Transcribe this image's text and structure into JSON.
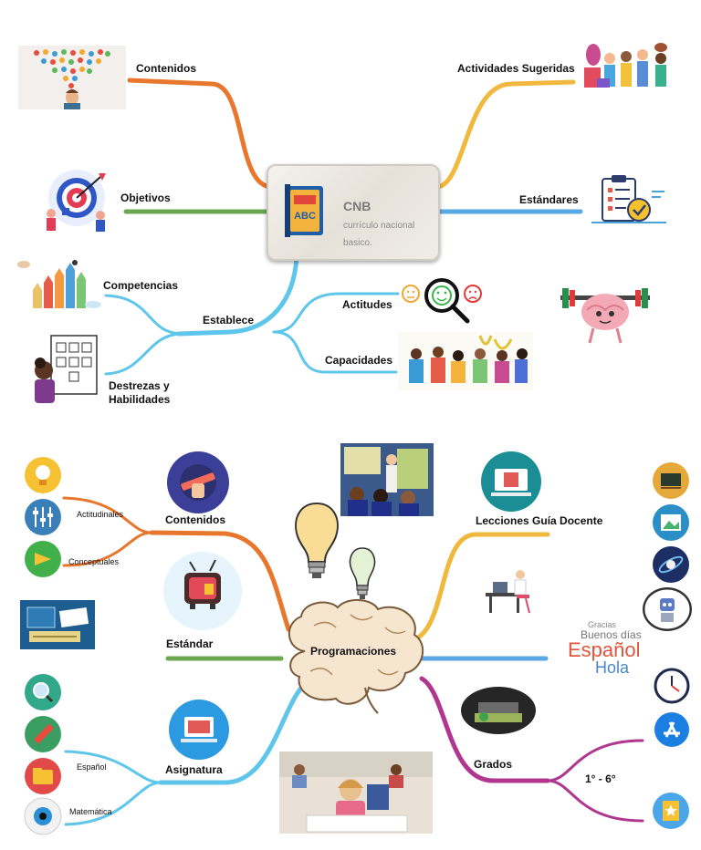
{
  "top_map": {
    "center": {
      "title": "CNB",
      "subtitle": "currículo nacional basico."
    },
    "branches": {
      "contenidos": "Contenidos",
      "objetivos": "Objetivos",
      "actividades": "Actividades Sugeridas",
      "estandares": "Estándares",
      "establece": "Establece",
      "competencias": "Competencias",
      "destrezas": "Destrezas y Habilidades",
      "actitudes": "Actitudes",
      "capacidades": "Capacidades"
    }
  },
  "bottom_map": {
    "center": "Programaciones",
    "branches": {
      "contenidos": "Contenidos",
      "actitudinales": "Actitudinales",
      "conceptuales": "Conceptuales",
      "estandar": "Estándar",
      "asignatura": "Asignatura",
      "espanol": "Español",
      "matematica": "Matemática",
      "lecciones": "Lecciones Guía Docente",
      "grados": "Grados",
      "grados_range": "1° - 6°"
    },
    "word_cloud": [
      "Gracias",
      "Buenos días",
      "Español",
      "Hola"
    ]
  },
  "colors": {
    "orange": "#e8772e",
    "yellow": "#f0b83c",
    "green": "#6aa84f",
    "blue": "#5aa9e6",
    "cyan": "#5ec6ea",
    "purple": "#b1368f"
  }
}
